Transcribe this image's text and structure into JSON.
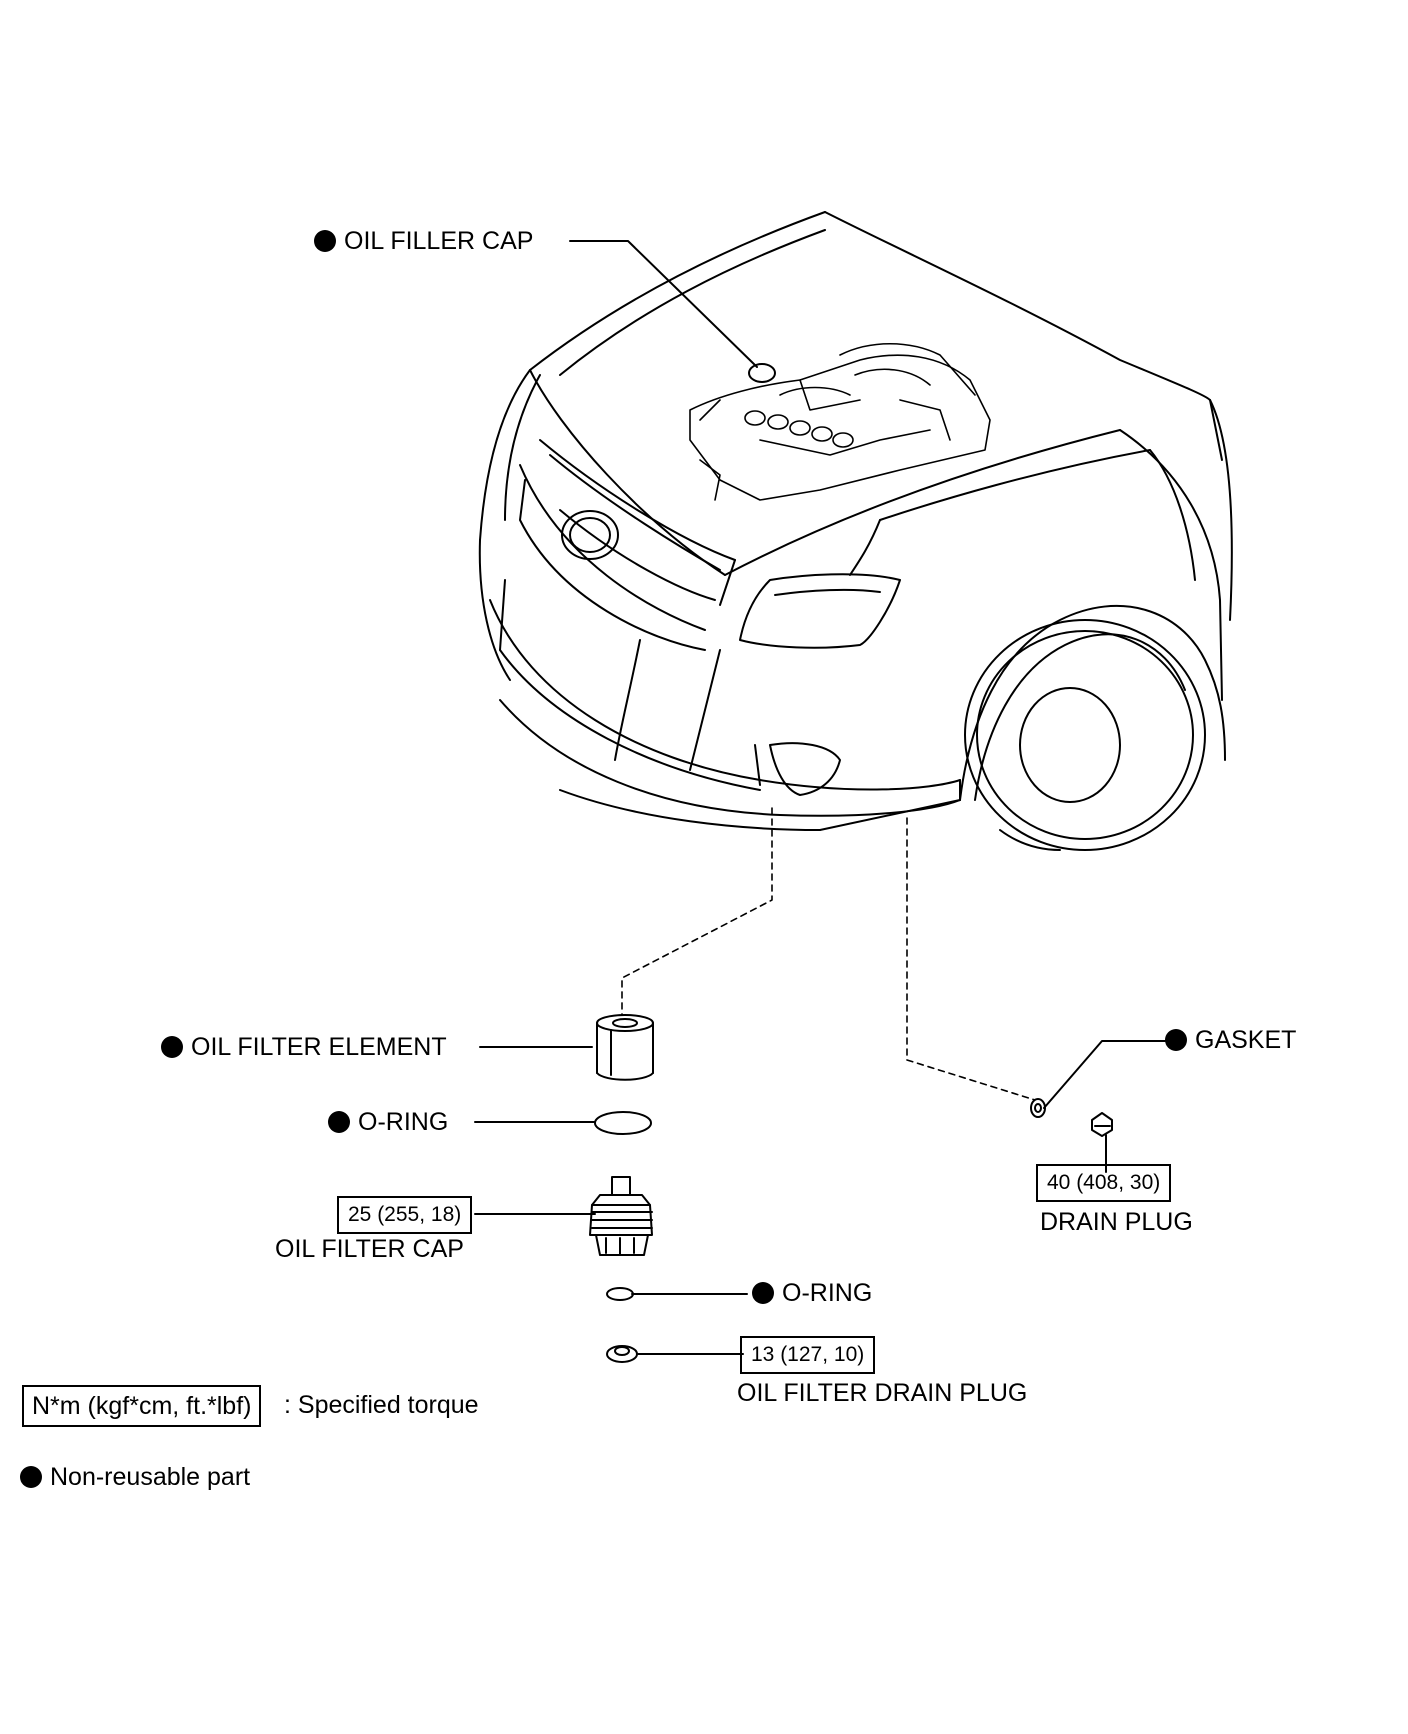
{
  "labels": {
    "oil_filler_cap": "OIL FILLER CAP",
    "oil_filter_element": "OIL FILTER ELEMENT",
    "o_ring_1": "O-RING",
    "oil_filter_cap": "OIL FILTER CAP",
    "o_ring_2": "O-RING",
    "oil_filter_drain_plug": "OIL FILTER DRAIN PLUG",
    "gasket": "GASKET",
    "drain_plug": "DRAIN PLUG"
  },
  "torques": {
    "oil_filter_cap": "25 (255, 18)",
    "drain_plug": "40 (408, 30)",
    "oil_filter_drain_plug": "13 (127, 10)"
  },
  "legend": {
    "torque_units": "N*m (kgf*cm, ft.*lbf)",
    "torque_desc": ": Specified torque",
    "non_reusable": "Non-reusable part"
  },
  "non_reusable_parts": [
    "oil_filler_cap",
    "oil_filter_element",
    "o_ring_1",
    "o_ring_2",
    "gasket"
  ]
}
